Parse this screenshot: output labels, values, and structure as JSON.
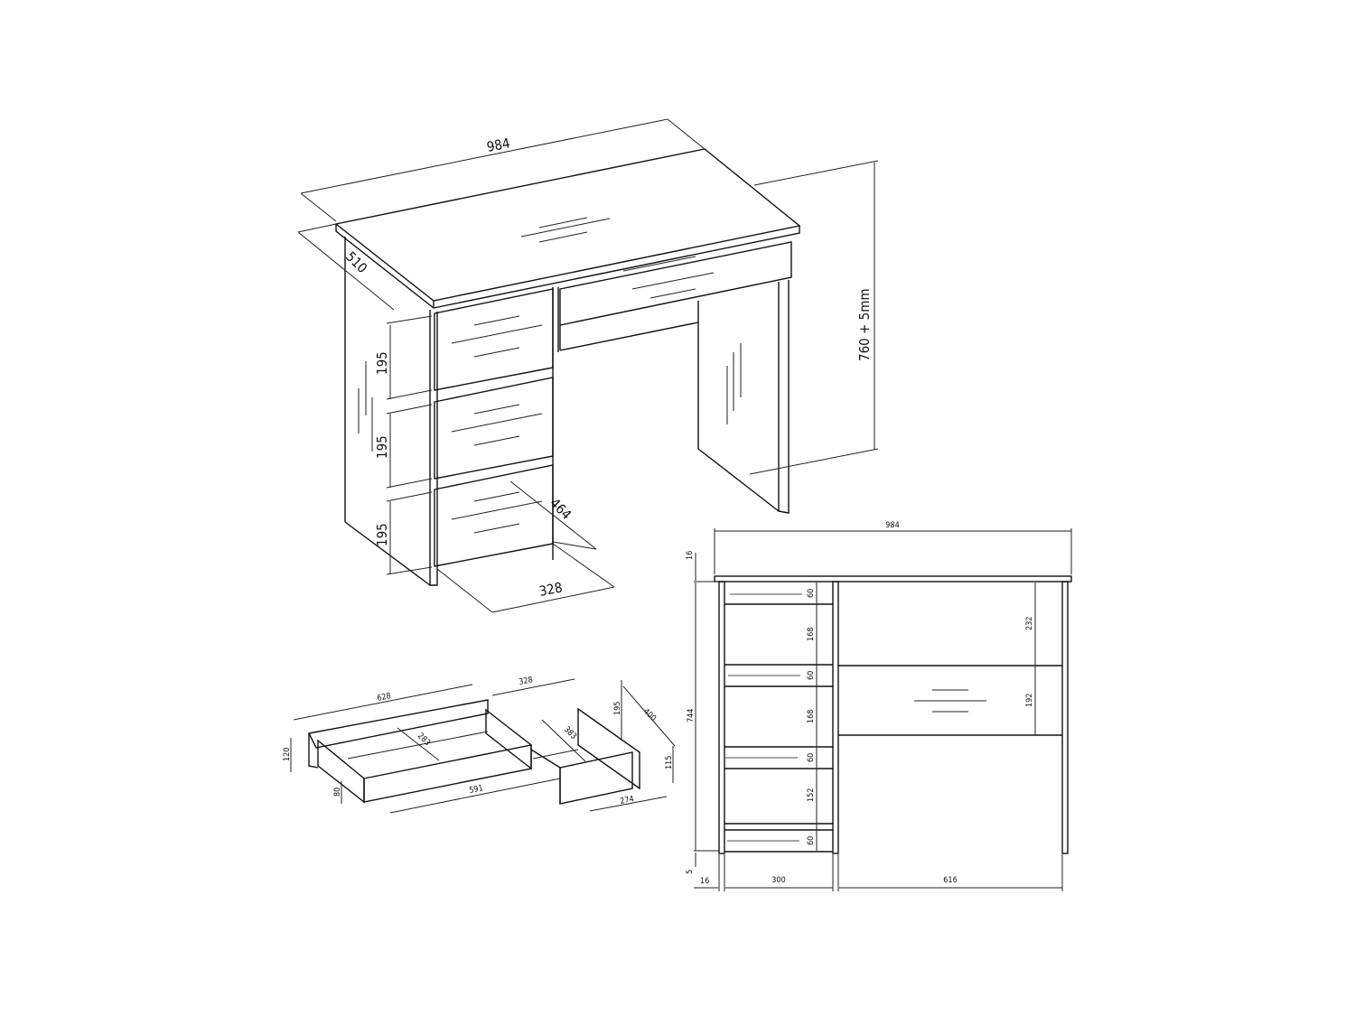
{
  "iso_view": {
    "width": "984",
    "depth": "510",
    "height": "760 + 5mm",
    "drawer_heights": [
      "195",
      "195",
      "195"
    ],
    "drawer_depth": "464",
    "pedestal_width": "328"
  },
  "front_view": {
    "width": "984",
    "top_thickness": "16",
    "height": "744",
    "foot": "5",
    "left_panel": "16",
    "pedestal_width": "300",
    "opening_width": "616",
    "pedestal_stack": [
      "60",
      "168",
      "60",
      "168",
      "60",
      "152",
      "60"
    ],
    "right_stack": [
      "232",
      "192"
    ]
  },
  "drawers": {
    "long_length": "628",
    "long_depth": "283",
    "long_height": "120",
    "long_inner_height": "80",
    "long_inner_length": "591",
    "short_length": "328",
    "short_depth": "383",
    "short_front_height": "195",
    "short_side_length": "400",
    "short_height": "115",
    "short_inner_width": "274"
  }
}
